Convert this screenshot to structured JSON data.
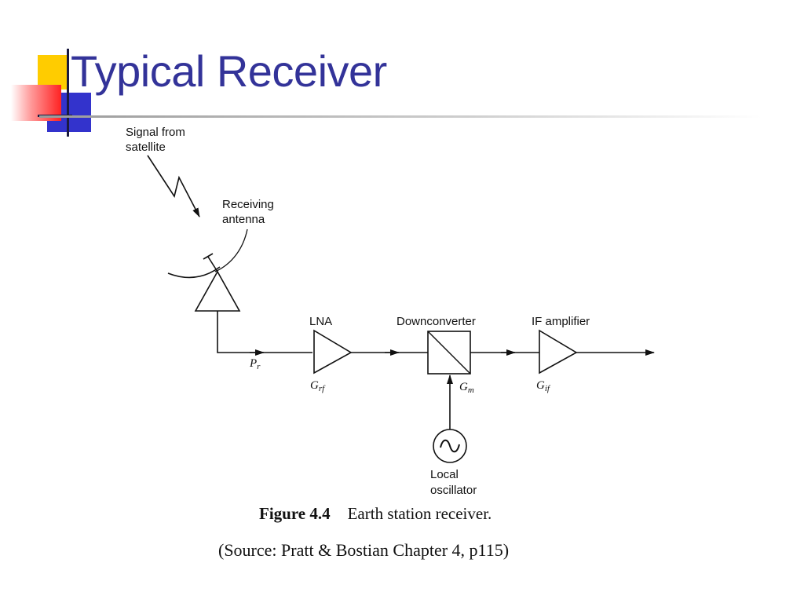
{
  "slide": {
    "title": "Typical Receiver",
    "colors": {
      "title": "#333399",
      "deco_yellow": "#ffcc00",
      "deco_red": "#ff3333",
      "deco_blue": "#3333cc"
    }
  },
  "diagram": {
    "labels": {
      "signal": [
        "Signal from",
        "satellite"
      ],
      "antenna": [
        "Receiving",
        "antenna"
      ],
      "lna": "LNA",
      "downconverter": "Downconverter",
      "if_amplifier": "IF amplifier",
      "oscillator": [
        "Local",
        "oscillator"
      ]
    },
    "symbols": {
      "pr": "P",
      "pr_sub": "r",
      "grf": "G",
      "grf_sub": "rf",
      "gm": "G",
      "gm_sub": "m",
      "gif": "G",
      "gif_sub": "if"
    }
  },
  "caption": {
    "figure": "Figure 4.4",
    "text": "Earth station receiver.",
    "source": "(Source: Pratt & Bostian Chapter 4, p115)"
  }
}
